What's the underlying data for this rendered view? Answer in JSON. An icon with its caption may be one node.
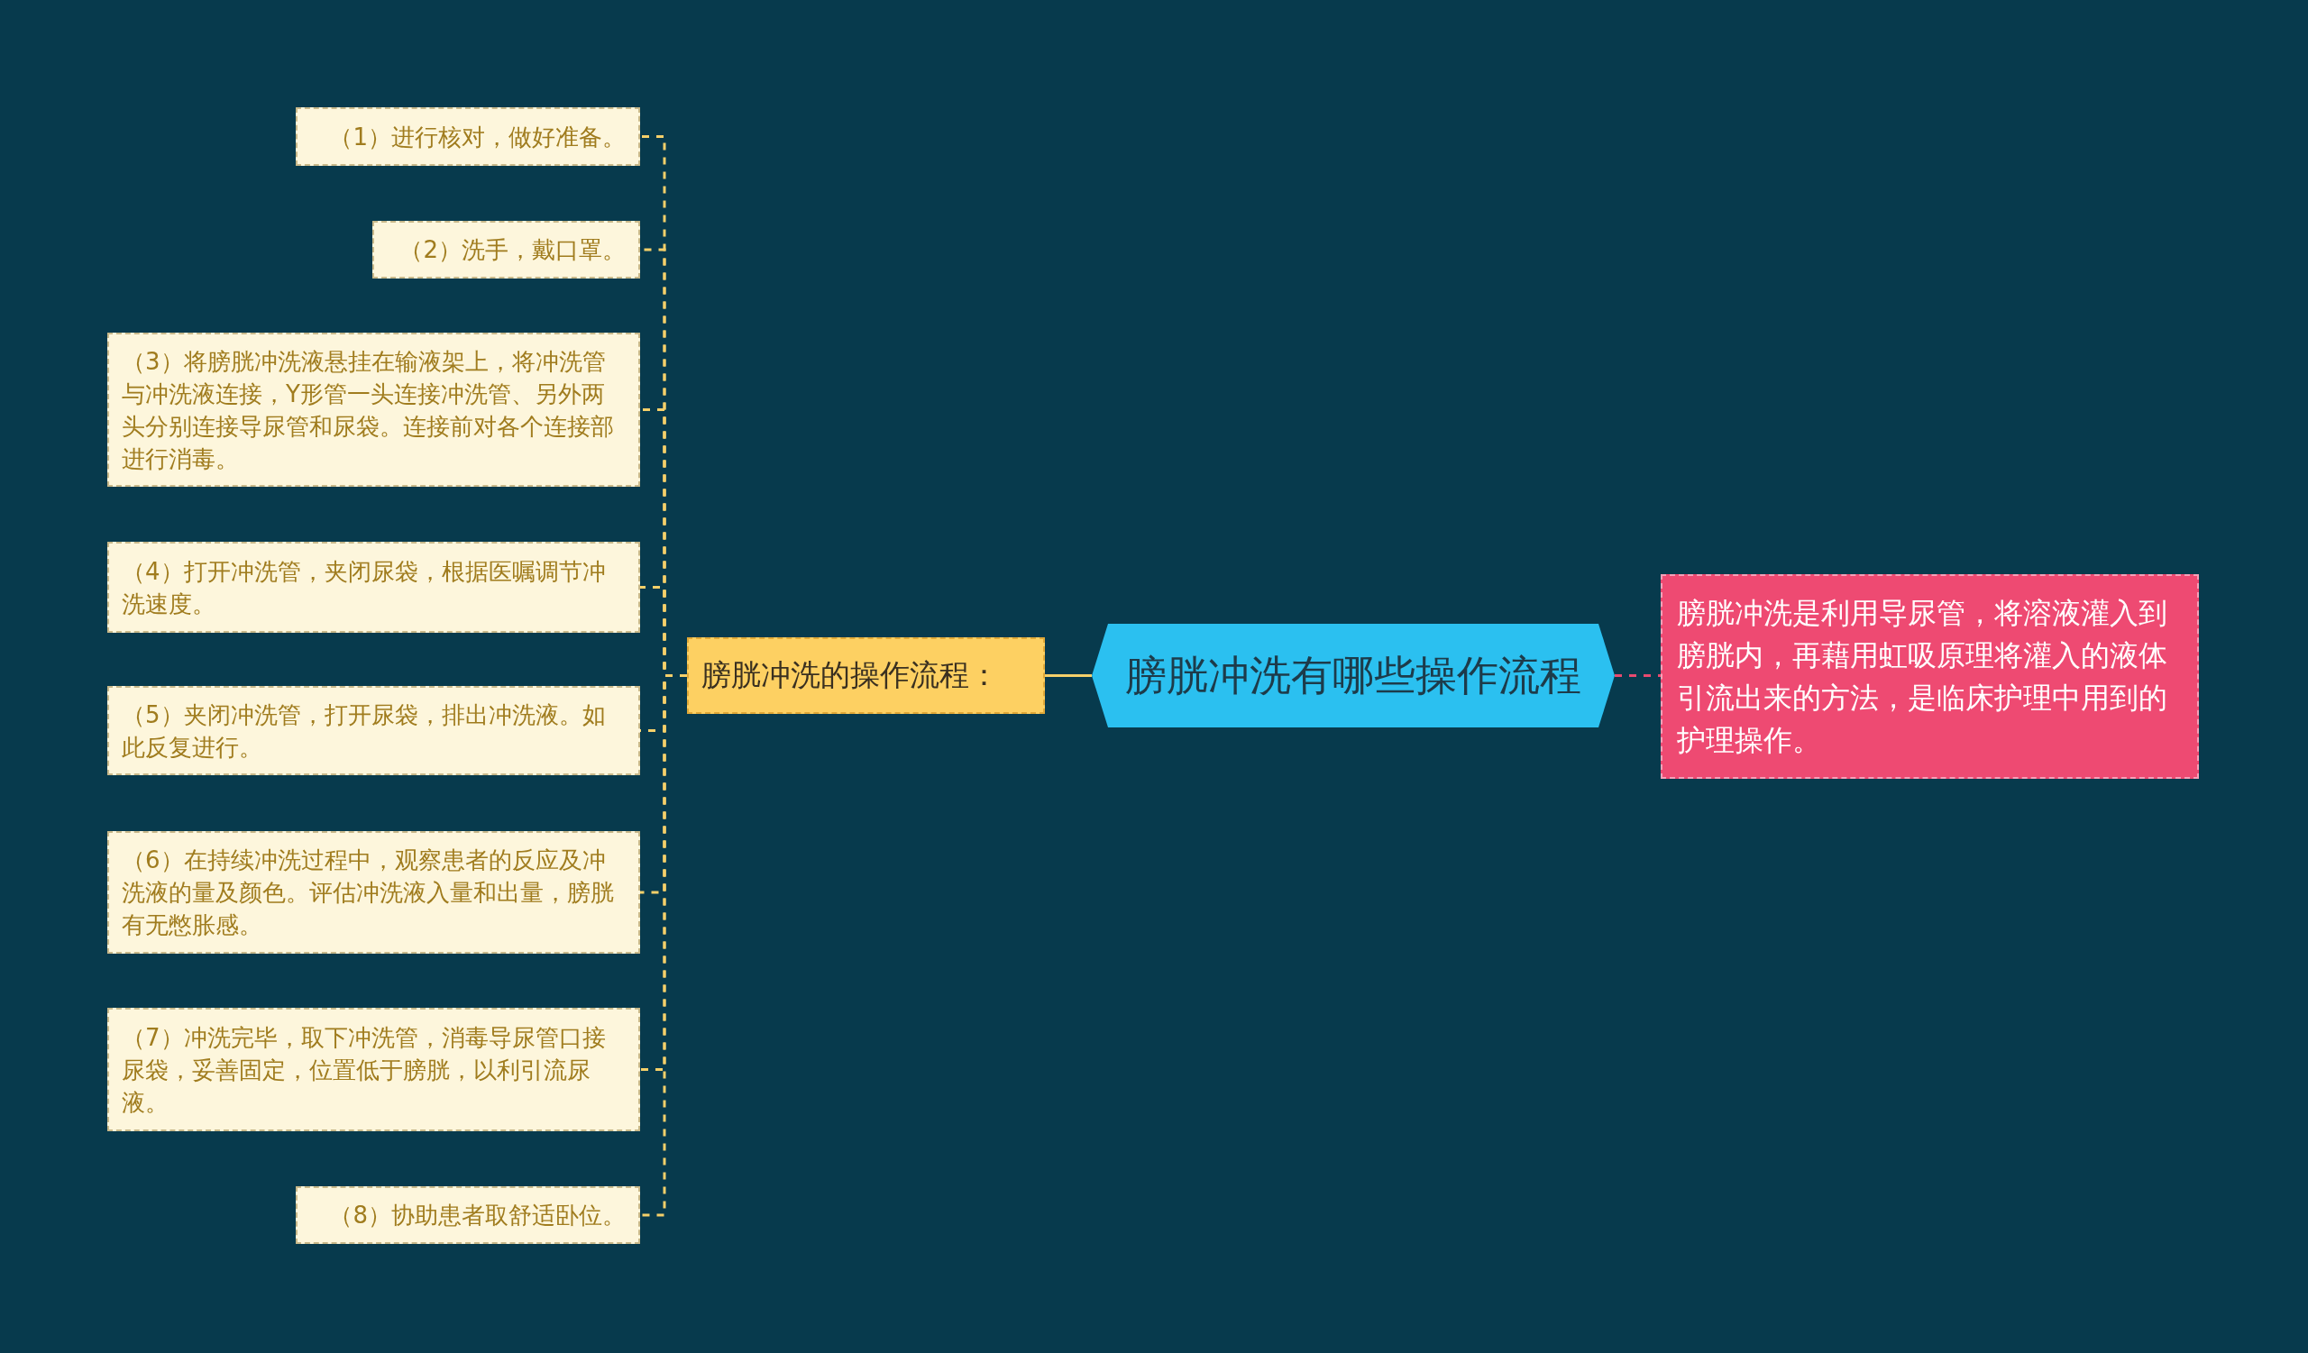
{
  "diagram": {
    "nodes": [
      {
        "text": [
          "膀胱冲洗有哪些操作流程"
        ]
      },
      {
        "text": [
          "膀胱冲洗的操作流程："
        ]
      },
      {
        "text": [
          "（1）进行核对，做好准备。"
        ]
      },
      {
        "text": [
          "（2）洗手，戴口罩。"
        ]
      },
      {
        "text": [
          "（3）将膀胱冲洗液悬挂在输液架上，将冲洗管与冲洗液连接，Y形管一头连接冲洗管、另外两头分别连接导尿管和尿袋。连接前对各个连接部进行消毒。"
        ]
      },
      {
        "text": [
          "（4）打开冲洗管，夹闭尿袋，根据医嘱调节冲洗速度。"
        ]
      },
      {
        "text": [
          "（5）夹闭冲洗管，打开尿袋，排出冲洗液。如此反复进行。"
        ]
      },
      {
        "text": [
          "（6）在持续冲洗过程中，观察患者的反应及冲洗液的量及颜色。评估冲洗液入量和出量，膀胱有无憋胀感。"
        ]
      },
      {
        "text": [
          "（7）冲洗完毕，取下冲洗管，消毒导尿管口接尿袋，妥善固定，位置低于膀胱，以利引流尿液。"
        ]
      },
      {
        "text": [
          "（8）协助患者取舒适卧位。"
        ]
      },
      {
        "text": [
          "膀胱冲洗是利用导尿管，将溶液灌入到膀胱内，再藉用虹吸原理将灌入的液体引流出来的方法，是临床护理中用到的护理操作。"
        ]
      }
    ],
    "edges": [
      {
        "from": 0,
        "to": 1,
        "arrow": "none"
      },
      {
        "from": 1,
        "to": 2,
        "arrow": "none",
        "style": "dashed"
      },
      {
        "from": 1,
        "to": 3,
        "arrow": "none",
        "style": "dashed"
      },
      {
        "from": 1,
        "to": 4,
        "arrow": "none",
        "style": "dashed"
      },
      {
        "from": 1,
        "to": 5,
        "arrow": "none",
        "style": "dashed"
      },
      {
        "from": 1,
        "to": 6,
        "arrow": "none",
        "style": "dashed"
      },
      {
        "from": 1,
        "to": 7,
        "arrow": "none",
        "style": "dashed"
      },
      {
        "from": 1,
        "to": 8,
        "arrow": "none",
        "style": "dashed"
      },
      {
        "from": 1,
        "to": 9,
        "arrow": "none",
        "style": "dashed"
      },
      {
        "from": 0,
        "to": 10,
        "arrow": "none",
        "style": "dashed",
        "color": "#e84a70"
      }
    ]
  }
}
